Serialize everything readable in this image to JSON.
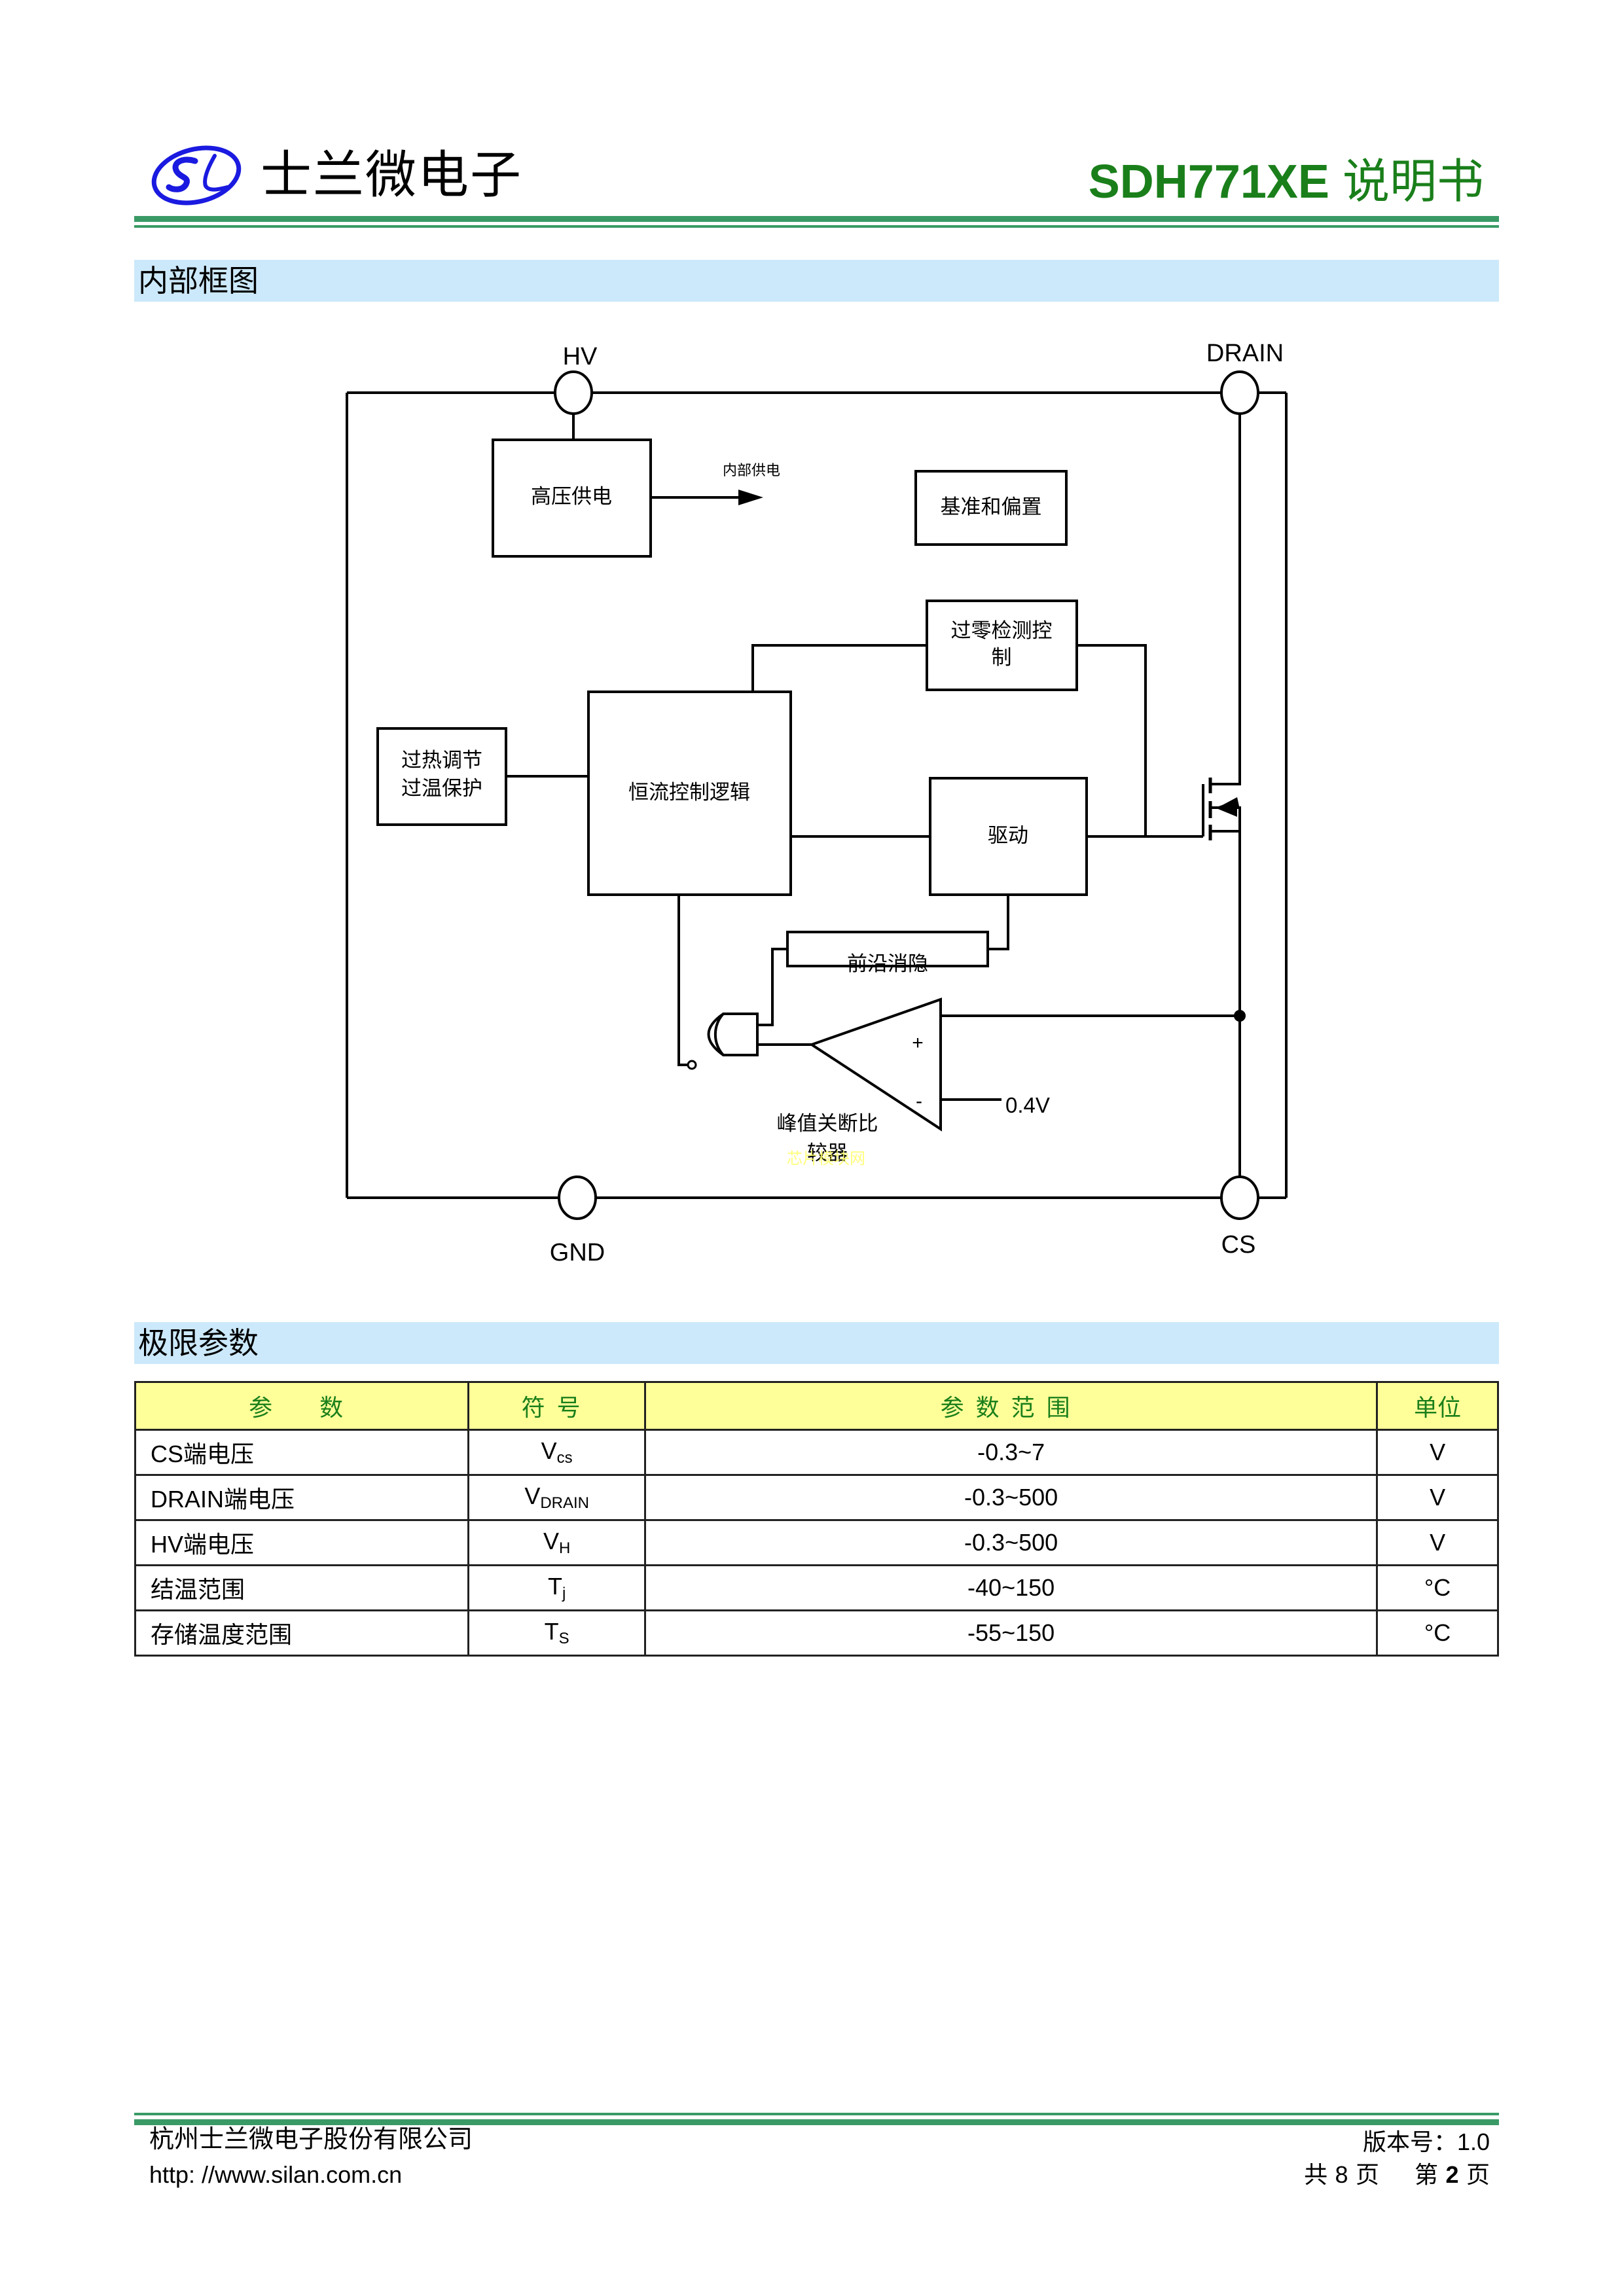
{
  "header": {
    "logo_text": "SL",
    "company": "士兰微电子",
    "doc_title_model": "SDH771XE",
    "doc_title_suffix": "说明书",
    "colors": {
      "rule": "#3a9a66",
      "title": "#1a7f1a",
      "logo": "#1a1ae0"
    }
  },
  "sections": {
    "block_diagram": "内部框图",
    "absolute_max": "极限参数"
  },
  "diagram": {
    "pins": {
      "hv": "HV",
      "drain": "DRAIN",
      "gnd": "GND",
      "cs": "CS"
    },
    "blocks": {
      "hv_supply": "高压供电",
      "internal_supply": "内部供电",
      "reference_bias": "基准和偏置",
      "zero_cross_line1": "过零检测控",
      "zero_cross_line2": "制",
      "thermal_line1": "过热调节",
      "thermal_line2": "过温保护",
      "cc_logic": "恒流控制逻辑",
      "driver": "驱动",
      "leb": "前沿消隐",
      "comparator_line1": "峰值关断比",
      "comparator_line2": "较器",
      "plus": "+",
      "minus": "-",
      "vref": "0.4V"
    },
    "watermark": "芯片模块网"
  },
  "table": {
    "headers": [
      "参　数",
      "符号",
      "参数范围",
      "单位"
    ],
    "rows": [
      {
        "param": "CS端电压",
        "param_prefix": "CS",
        "param_cn": "端电压",
        "sym": "V",
        "sub": "cs",
        "range": "-0.3~7",
        "unit": "V"
      },
      {
        "param": "DRAIN端电压",
        "param_prefix": "DRAIN",
        "param_cn": "端电压",
        "sym": "V",
        "sub": "DRAIN",
        "range": "-0.3~500",
        "unit": "V"
      },
      {
        "param": "HV端电压",
        "param_prefix": "HV",
        "param_cn": "端电压",
        "sym": "V",
        "sub": "H",
        "range": "-0.3~500",
        "unit": "V"
      },
      {
        "param": "结温范围",
        "param_prefix": "",
        "param_cn": "结温范围",
        "sym": "T",
        "sub": "j",
        "range": "-40~150",
        "unit": "°C"
      },
      {
        "param": "存储温度范围",
        "param_prefix": "",
        "param_cn": "存储温度范围",
        "sym": "T",
        "sub": "S",
        "range": "-55~150",
        "unit": "°C"
      }
    ],
    "colors": {
      "header_bg": "#ffff99",
      "header_text": "#1a7f1a"
    }
  },
  "footer": {
    "company_full": "杭州士兰微电子股份有限公司",
    "website": "http: //www.silan.com.cn",
    "version_label": "版本号：",
    "version": "1.0",
    "total_pages_prefix": "共",
    "total_pages": "8",
    "total_pages_suffix": "页",
    "page_prefix": "第",
    "page": "2",
    "page_suffix": "页"
  }
}
